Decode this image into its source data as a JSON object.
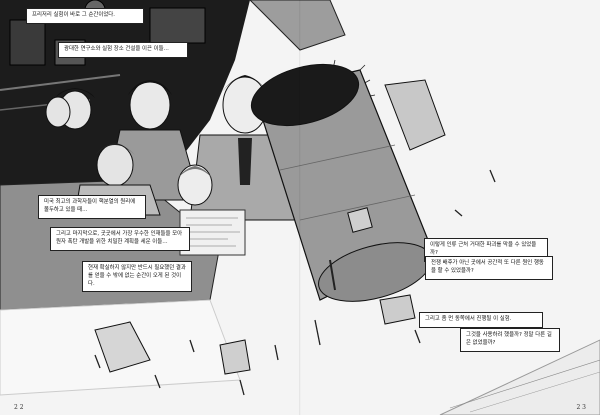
{
  "captions": {
    "c1": "프리저리 실험이 바로 그 순간이었다.",
    "c2": "광대한 연구소와 실험 장소 건설을 이끈 이들…",
    "c3": "미국 최고의 과학자들이 핵분열의 원리에 몰두하고 있을 때…",
    "c4": "그리고 마지막으로, 곳곳에서 가장 우수한 인재들을 모아 원자 폭탄 개발을 위한 치밀한 계획을 세운 이들…",
    "c5": "현재 확실하지 않지만 반드시 필요했던 결과를 얻을 수 밖에 없는 순간이 오게 된 것이다.",
    "c6": "이렇게 인류 근처 거대한 파괴를 막을 수 있었을까?",
    "c7": "전쟁 배후가 아닌 곳에서 공간적 또 다른 원인 행동을 할 수 있었을까?",
    "c8": "그리고 좀 먼 동쪽에서 진행될 이 실험.",
    "c9": "그것을 사용하려 했을까? 정말 다른 길은 없었을까?"
  },
  "folios": {
    "left": "2 2",
    "right": "2 3"
  },
  "colors": {
    "ink": "#111111",
    "paper": "#f4f4f4",
    "bomb": "#9a9a9a",
    "dark": "#1a1a1a"
  }
}
